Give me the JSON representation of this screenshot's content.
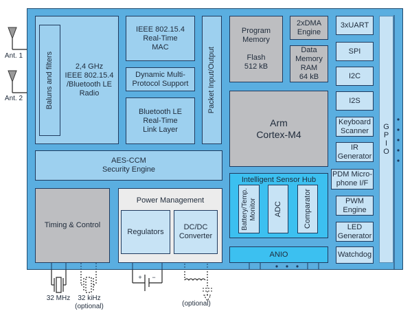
{
  "antennas": [
    {
      "label": "Ant. 1"
    },
    {
      "label": "Ant. 2"
    }
  ],
  "radio": {
    "baluns": "Baluns and filters",
    "title": "2,4 GHz\nIEEE 802.15.4\n/Bluetooth LE\nRadio"
  },
  "mac": "IEEE 802.15.4\nReal-Time\nMAC",
  "multiprotocol": "Dynamic Multi-\nProtocol Support",
  "ble_link": "Bluetooth LE\nReal-Time\nLink Layer",
  "packet_io": "Packet Input/Output",
  "program_memory": "Program\nMemory\n\nFlash\n512 kB",
  "dma": "2xDMA\nEngine",
  "data_memory": "Data\nMemory\nRAM\n64 kB",
  "cpu": "Arm\nCortex-M4",
  "aes": "AES-CCM\nSecurity Engine",
  "timing": "Timing & Control",
  "power": {
    "title": "Power Management",
    "regulators": "Regulators",
    "dcdc": "DC/DC\nConverter"
  },
  "sensor_hub": {
    "title": "Intelligent Sensor Hub",
    "battery": "Battery/Temp.\nMonitor",
    "adc": "ADC",
    "comparator": "Comparator"
  },
  "anio": "ANIO",
  "peripherals": [
    "3xUART",
    "SPI",
    "I2C",
    "I2S",
    "Keyboard\nScanner",
    "IR\nGenerator",
    "PDM Micro-\nphone I/F",
    "PWM\nEngine",
    "LED\nGenerator",
    "Watchdog"
  ],
  "gpio": "G\nP\nI\nO",
  "external": {
    "xtal_32mhz": "32 MHz",
    "xtal_32khz": "32 kiHz\n(optional)",
    "battery_plus": "+",
    "battery_minus": "−",
    "inductor_optional": "(optional)"
  }
}
